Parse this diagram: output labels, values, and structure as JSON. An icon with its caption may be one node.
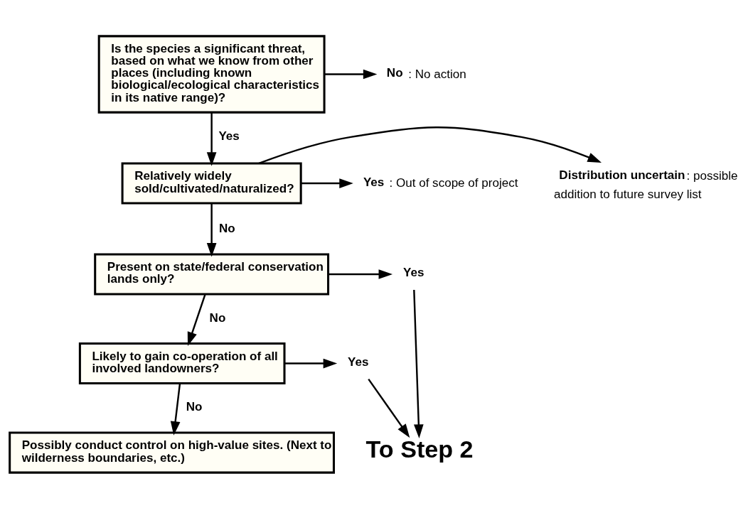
{
  "diagram": {
    "nodes": [
      {
        "text": [
          "Is the species a significant threat, based on what we know from other places (including known biological/ecological characteristics in its native range)?"
        ]
      },
      {
        "text": [
          "**No**: No action"
        ]
      },
      {
        "text": [
          "Relatively widely sold/cultivated/naturalized?"
        ]
      },
      {
        "text": [
          "**Distribution uncertain**: possible addition to future survey list"
        ]
      },
      {
        "text": [
          "**Yes**: Out of scope of project"
        ]
      },
      {
        "text": [
          "Present on state/federal conservation lands only?"
        ]
      },
      {
        "text": [
          "Yes"
        ]
      },
      {
        "text": [
          "To Step 2"
        ]
      },
      {
        "text": [
          "Likely to gain co-operation of all involved landowners?"
        ]
      },
      {
        "text": [
          "Yes"
        ]
      },
      {
        "text": [
          "Possibly conduct control on high-value sites. (Next to wilderness boundaries, etc.)"
        ]
      }
    ],
    "edges": [
      {
        "from": 0,
        "to": 1,
        "arrow": "to"
      },
      {
        "from": 0,
        "to": 2,
        "arrow": "to",
        "label": "Yes"
      },
      {
        "from": 2,
        "to": 3,
        "arrow": "to"
      },
      {
        "from": 2,
        "to": 4,
        "arrow": "to"
      },
      {
        "from": 2,
        "to": 5,
        "arrow": "to",
        "label": "No"
      },
      {
        "from": 5,
        "to": 6,
        "arrow": "to"
      },
      {
        "from": 6,
        "to": 7,
        "arrow": "to"
      },
      {
        "from": 5,
        "to": 8,
        "arrow": "to",
        "label": "No"
      },
      {
        "from": 8,
        "to": 9,
        "arrow": "to"
      },
      {
        "from": 9,
        "to": 7,
        "arrow": "to"
      },
      {
        "from": 8,
        "to": 10,
        "arrow": "to",
        "label": "No"
      }
    ]
  }
}
